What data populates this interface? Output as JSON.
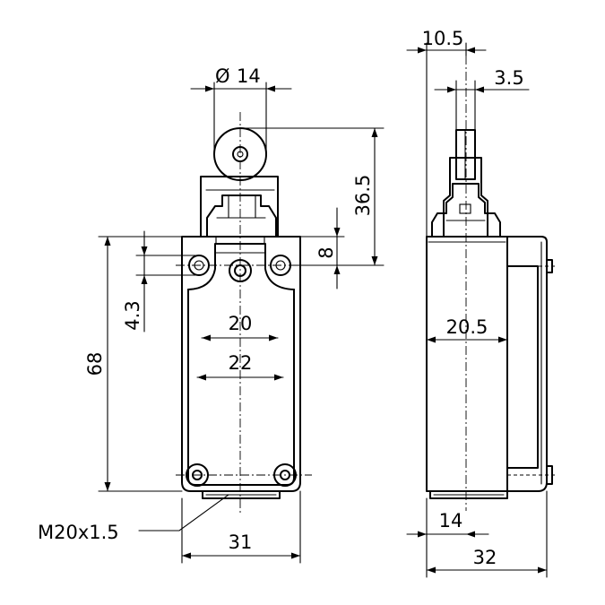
{
  "dimensions": {
    "diameter_symbol": "Ø",
    "roller_diameter": "14",
    "side_width_top": "10.5",
    "side_plunger_offset": "3.5",
    "height_to_roller": "36.5",
    "mounting_hole_offset": "8",
    "overall_height": "68",
    "hole_edge_offset": "4.3",
    "hole_spacing_inner": "20",
    "hole_spacing_outer": "22",
    "side_depth_inner": "20.5",
    "front_width": "31",
    "side_bottom_offset": "14",
    "side_depth": "32",
    "thread": "M20x1.5"
  }
}
